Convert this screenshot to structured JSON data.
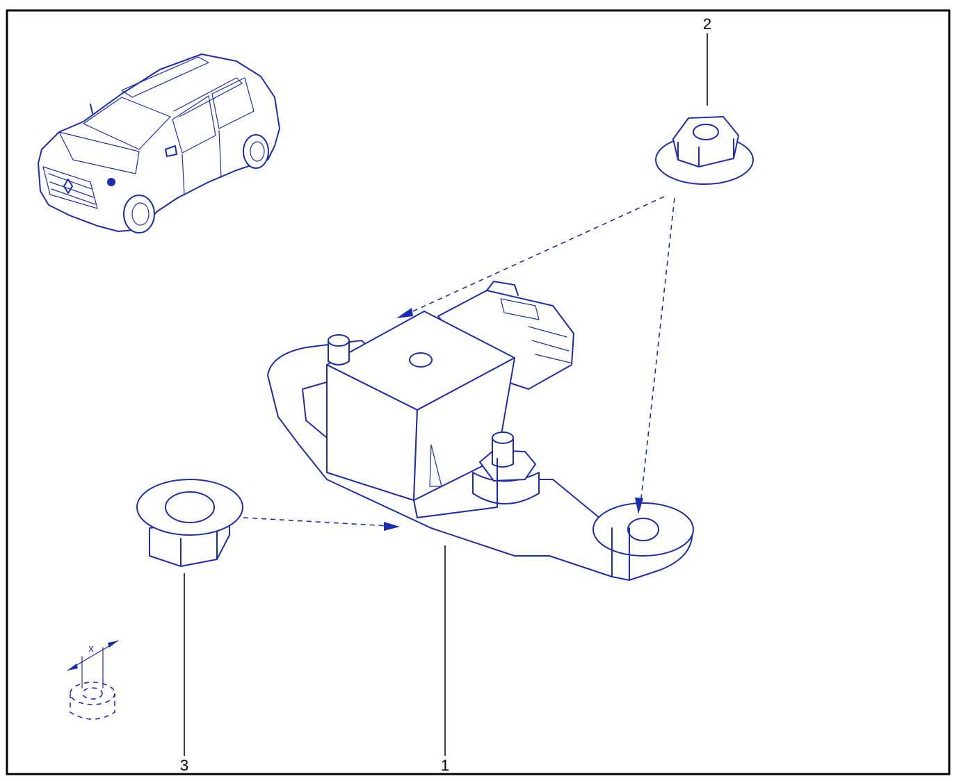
{
  "callouts": {
    "part_1": "1",
    "part_2": "2",
    "part_3": "3"
  },
  "dimension_label": "x",
  "colors": {
    "ink": "#1a2db0",
    "frame": "#000000",
    "background": "#ffffff"
  },
  "icons": {
    "vehicle": "car-icon",
    "sensor": "crash-sensor-icon",
    "nut_flange": "flange-nut-icon",
    "nut_large": "hex-nut-icon",
    "tightening_hint": "nut-dimension-icon"
  }
}
